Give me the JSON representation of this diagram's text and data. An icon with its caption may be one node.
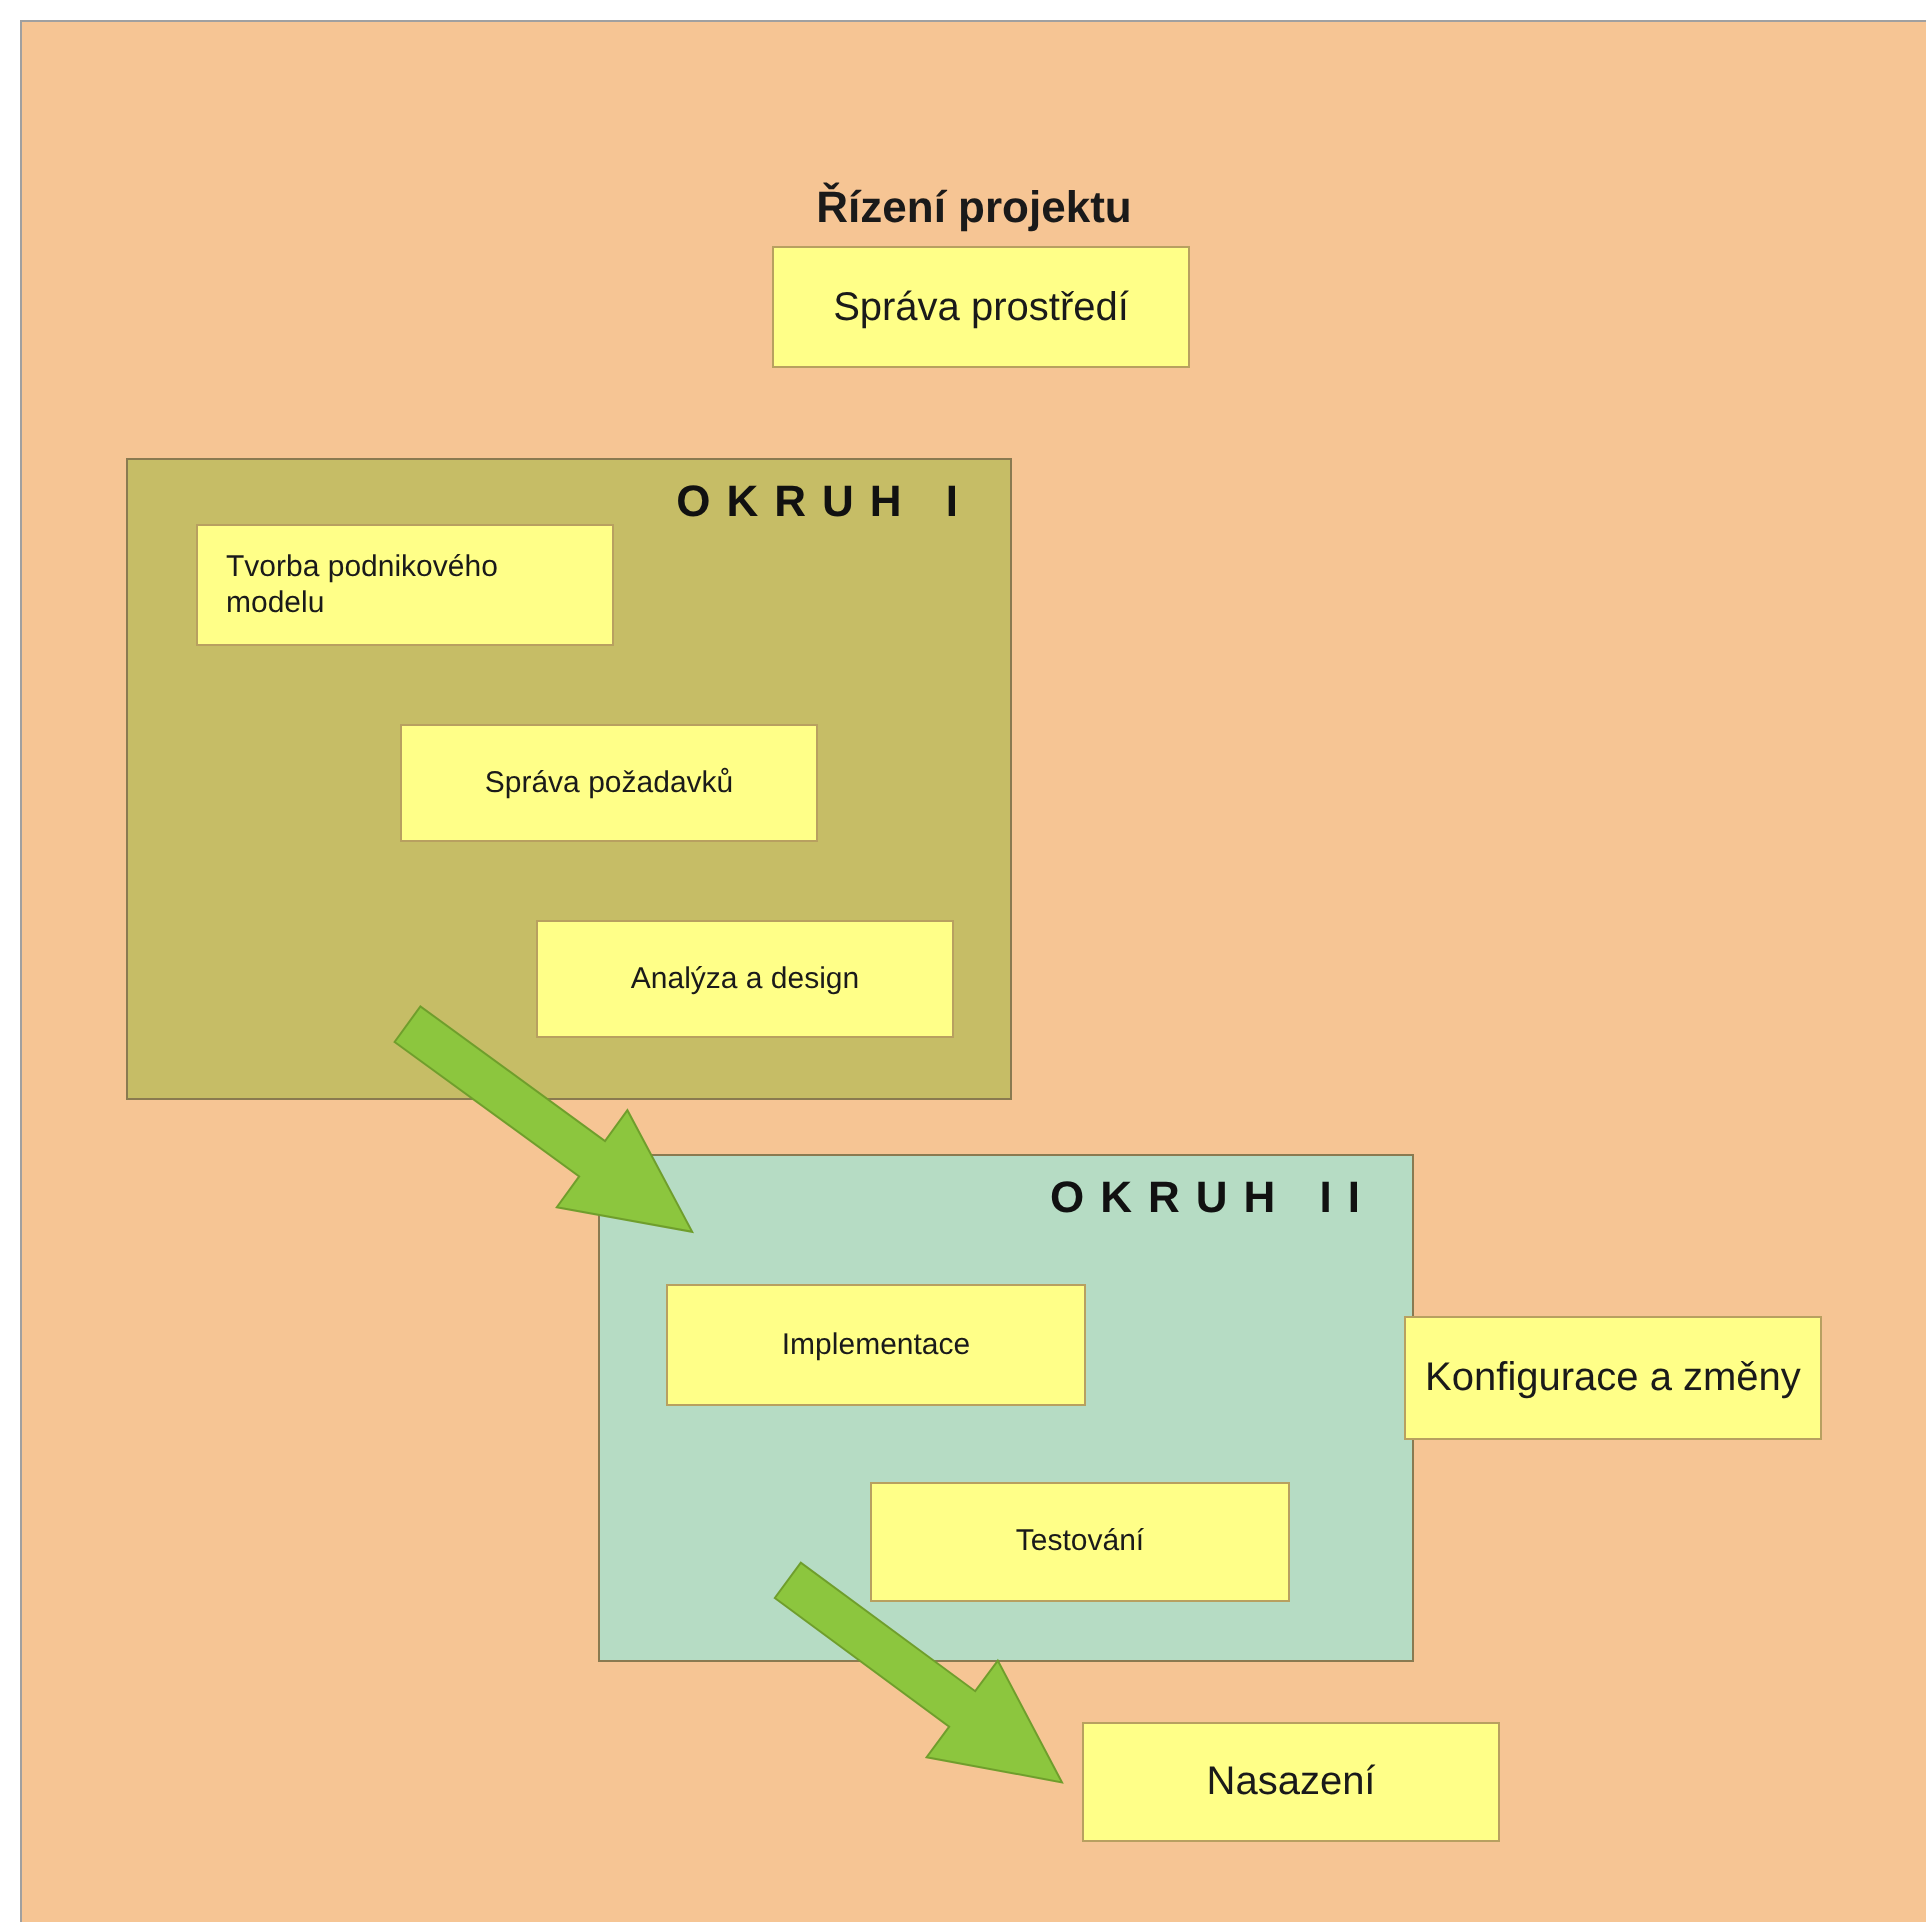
{
  "diagram": {
    "nodes": [
      {
        "text": [
          "Řízení projektu"
        ]
      },
      {
        "text": [
          "Správa prostředí"
        ],
        "in": 0
      },
      {
        "text": [
          "OKRUH I"
        ],
        "in": 0
      },
      {
        "text": [
          "Tvorba podnikového modelu"
        ],
        "in": 2
      },
      {
        "text": [
          "Správa požadavků"
        ],
        "in": 2
      },
      {
        "text": [
          "Analýza a design"
        ],
        "in": 2
      },
      {
        "text": [
          "OKRUH II"
        ],
        "in": 0
      },
      {
        "text": [
          "Implementace"
        ],
        "in": 6
      },
      {
        "text": [
          "Testování"
        ],
        "in": 6
      },
      {
        "text": [
          "Konfigurace a změny"
        ],
        "in": 0
      },
      {
        "text": [
          "Nasazení"
        ],
        "in": 0
      }
    ],
    "edges": [
      {
        "from": 2,
        "to": 6,
        "arrow": "to"
      },
      {
        "from": 6,
        "to": 10,
        "arrow": "to"
      }
    ]
  }
}
